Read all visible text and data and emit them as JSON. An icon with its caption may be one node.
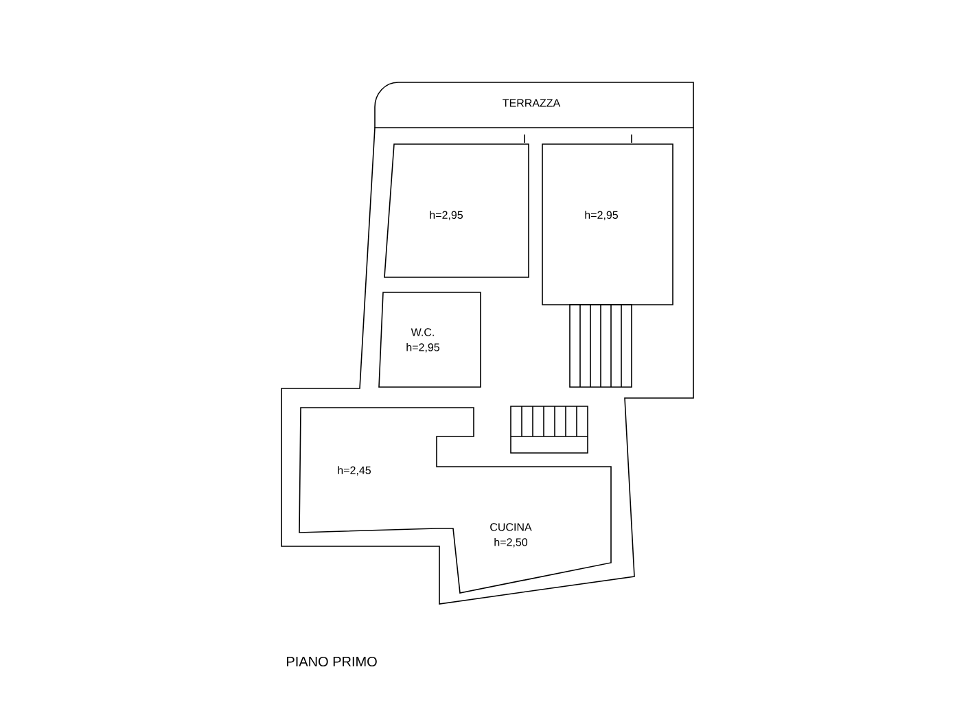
{
  "diagram": {
    "title": "PIANO PRIMO",
    "nodes": [
      {
        "text": [
          "TERRAZZA"
        ]
      },
      {
        "text": [
          "h=2,95"
        ]
      },
      {
        "text": [
          "h=2,95"
        ]
      },
      {
        "text": [
          "W.C.",
          "h=2,95"
        ]
      },
      {
        "text": [
          "h=2,45"
        ]
      },
      {
        "text": [
          "CUCINA",
          "h=2,50"
        ]
      }
    ],
    "edges": []
  }
}
